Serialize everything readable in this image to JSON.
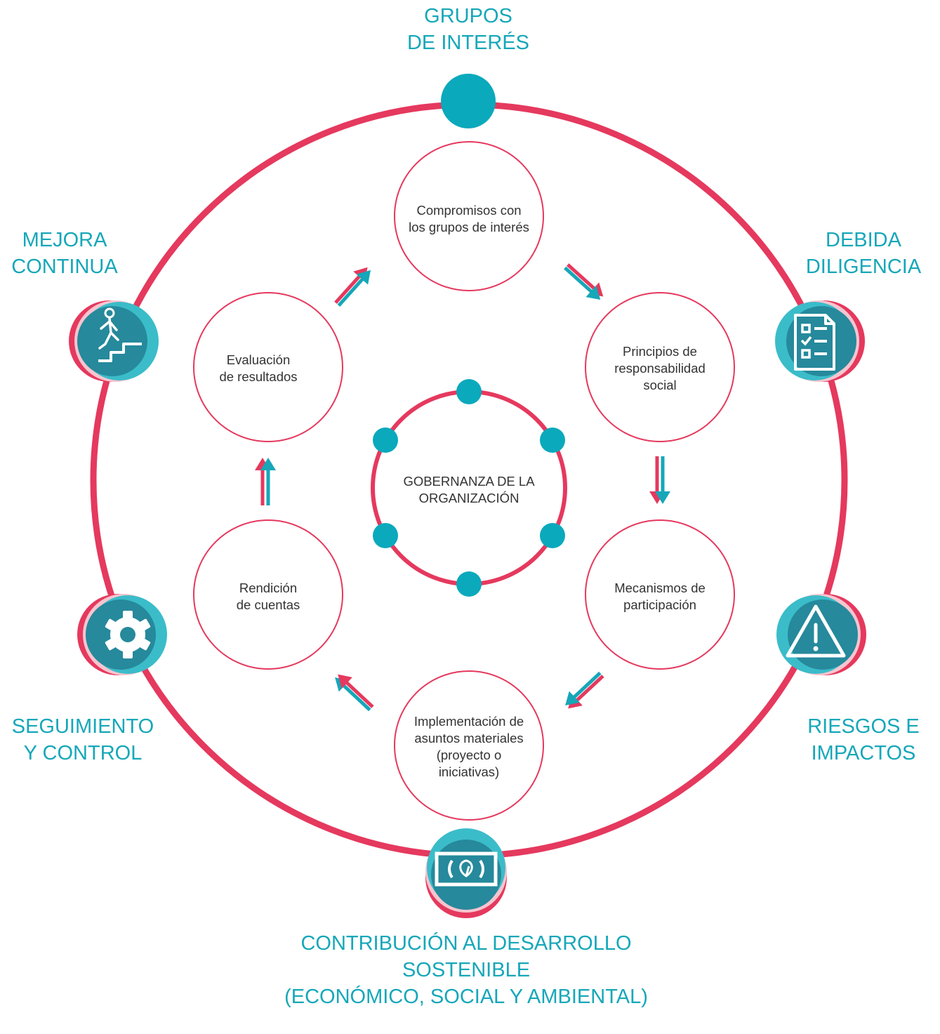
{
  "colors": {
    "accent_pink": "#e5395e",
    "accent_teal": "#16a7b9",
    "icon_teal_dark": "#26899c",
    "icon_teal_light": "#3bbcc9",
    "text": "#333333"
  },
  "outer_stages": [
    {
      "id": "grupos",
      "lines": [
        "GRUPOS",
        "DE INTERÉS"
      ],
      "icon": "solid-circle-icon"
    },
    {
      "id": "debida",
      "lines": [
        "DEBIDA",
        "DILIGENCIA"
      ],
      "icon": "checklist-document-icon"
    },
    {
      "id": "riesgos",
      "lines": [
        "RIESGOS E",
        "IMPACTOS"
      ],
      "icon": "warning-triangle-icon"
    },
    {
      "id": "contribucion",
      "lines": [
        "CONTRIBUCIÓN AL DESARROLLO",
        "SOSTENIBLE",
        "(ECONÓMICO, SOCIAL Y AMBIENTAL)"
      ],
      "icon": "leaf-banknote-icon"
    },
    {
      "id": "seguimiento",
      "lines": [
        "SEGUIMIENTO",
        "Y CONTROL"
      ],
      "icon": "gear-icon"
    },
    {
      "id": "mejora",
      "lines": [
        "MEJORA",
        "CONTINUA"
      ],
      "icon": "person-climbing-stairs-icon"
    }
  ],
  "cycle_steps": [
    {
      "id": "compromisos",
      "lines": [
        "Compromisos con",
        "los grupos de interés"
      ]
    },
    {
      "id": "principios",
      "lines": [
        "Principios de",
        "responsabilidad",
        "social"
      ]
    },
    {
      "id": "mecanismos",
      "lines": [
        "Mecanismos de",
        "participación"
      ]
    },
    {
      "id": "implementacion",
      "lines": [
        "Implementación de",
        "asuntos materiales",
        "(proyecto o",
        "iniciativas)"
      ]
    },
    {
      "id": "rendicion",
      "lines": [
        "Rendición",
        "de cuentas"
      ]
    },
    {
      "id": "evaluacion",
      "lines": [
        "Evaluación",
        "de resultados"
      ]
    }
  ],
  "center": {
    "lines": [
      "GOBERNANZA DE LA",
      "ORGANIZACIÓN"
    ]
  }
}
